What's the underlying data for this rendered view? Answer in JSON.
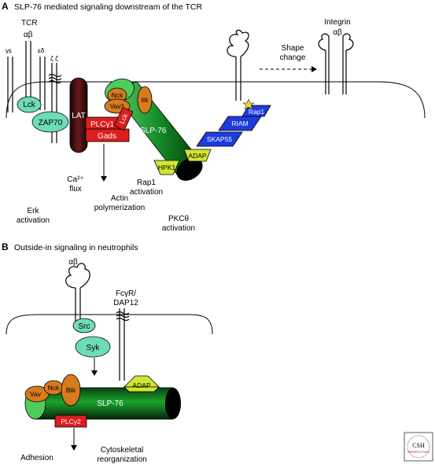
{
  "panel_a": {
    "letter": "A",
    "title": "SLP-76 mediated signaling downstream of the TCR",
    "tcr_label": "TCR",
    "alpha_beta": "αβ",
    "gamma_epsilon": "γε",
    "epsilon_delta": "εδ",
    "zeta_zeta": "ζ ζ",
    "integrin_label": "Integrin",
    "integrin_ab": "αβ",
    "shape_change": [
      "Shape",
      "change"
    ],
    "proteins": {
      "lck": "Lck",
      "zap70": "ZAP70",
      "lat": "LAT",
      "plcg1": "PLCγ1",
      "lck_small": "Lck",
      "gads": "Gads",
      "nck": "Nck",
      "vav1": "Vav1",
      "itk": "Itk",
      "slp76": "SLP-76",
      "hpk1": "HPK1",
      "adap": "ADAP",
      "skap55": "SKAP55",
      "riam": "RIAM",
      "rap1": "Rap1"
    },
    "outputs": {
      "ca_flux": [
        "Ca²⁺",
        "flux"
      ],
      "erk": [
        "Erk",
        "activation"
      ],
      "actin": [
        "Actin",
        "polymerization"
      ],
      "rap1_act": [
        "Rap1",
        "activation"
      ],
      "pkc": [
        "PKCθ",
        "activation"
      ]
    }
  },
  "panel_b": {
    "letter": "B",
    "title": "Outside-in signaling in neutrophils",
    "alpha_beta": "αβ",
    "fcr": [
      "FcγR/",
      "DAP12"
    ],
    "proteins": {
      "src": "Src",
      "syk": "Syk",
      "vav": "Vav",
      "nck": "Nck",
      "btk": "Btk",
      "adap": "ADAP",
      "slp76": "SLP-76",
      "plcg2": "PLCγ2"
    },
    "outputs": {
      "adhesion": "Adhesion",
      "cyto": [
        "Cytoskeletal",
        "reorganization"
      ]
    }
  },
  "logo": {
    "line1": "CSH",
    "line2": "PERSPECTIVES"
  },
  "colors": {
    "green_light": "#6edcb4",
    "green_dark": "#0b7a1c",
    "orange": "#d87a1e",
    "red": "#dc1e1e",
    "dark_red": "#3c0f0f",
    "yellow": "#d2e632",
    "blue": "#1e3cdc",
    "star": "#f0d828"
  }
}
